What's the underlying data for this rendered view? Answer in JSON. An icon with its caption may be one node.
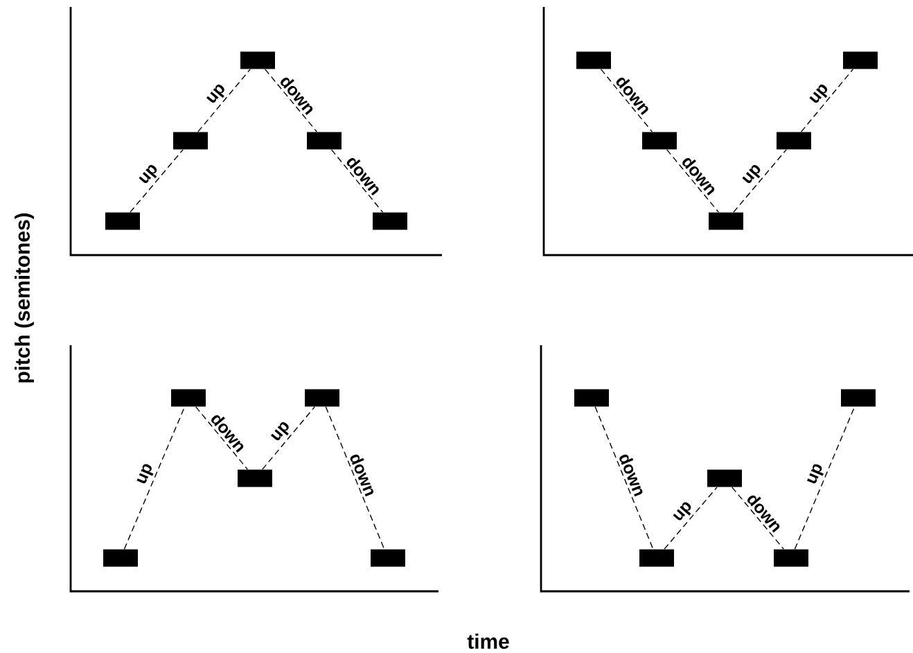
{
  "diagram": {
    "nodes": [
      {
        "text": [],
        "shape": "box"
      },
      {
        "text": [],
        "shape": "box"
      },
      {
        "text": [],
        "shape": "box"
      },
      {
        "text": [],
        "shape": "box"
      },
      {
        "text": [],
        "shape": "box"
      },
      {
        "text": [],
        "shape": "box"
      },
      {
        "text": [],
        "shape": "box"
      },
      {
        "text": [],
        "shape": "box"
      },
      {
        "text": [],
        "shape": "box"
      },
      {
        "text": [],
        "shape": "box"
      },
      {
        "text": [],
        "shape": "box"
      },
      {
        "text": [],
        "shape": "box"
      },
      {
        "text": [],
        "shape": "box"
      },
      {
        "text": [],
        "shape": "box"
      },
      {
        "text": [],
        "shape": "box"
      },
      {
        "text": [],
        "shape": "box"
      },
      {
        "text": [],
        "shape": "box"
      },
      {
        "text": [],
        "shape": "box"
      },
      {
        "text": [],
        "shape": "box"
      },
      {
        "text": [],
        "shape": "box"
      }
    ],
    "edges": [
      {
        "from": 0,
        "to": 1,
        "arrow": "none",
        "label": "up",
        "style": "dashed"
      },
      {
        "from": 1,
        "to": 2,
        "arrow": "none",
        "label": "up",
        "style": "dashed"
      },
      {
        "from": 2,
        "to": 3,
        "arrow": "none",
        "label": "down",
        "style": "dashed"
      },
      {
        "from": 3,
        "to": 4,
        "arrow": "none",
        "label": "down",
        "style": "dashed"
      },
      {
        "from": 5,
        "to": 6,
        "arrow": "none",
        "label": "down",
        "style": "dashed"
      },
      {
        "from": 6,
        "to": 7,
        "arrow": "none",
        "label": "down",
        "style": "dashed"
      },
      {
        "from": 7,
        "to": 8,
        "arrow": "none",
        "label": "up",
        "style": "dashed"
      },
      {
        "from": 8,
        "to": 9,
        "arrow": "none",
        "label": "up",
        "style": "dashed"
      },
      {
        "from": 10,
        "to": 11,
        "arrow": "none",
        "label": "up",
        "style": "dashed"
      },
      {
        "from": 11,
        "to": 12,
        "arrow": "none",
        "label": "down",
        "style": "dashed"
      },
      {
        "from": 12,
        "to": 13,
        "arrow": "none",
        "label": "up",
        "style": "dashed"
      },
      {
        "from": 13,
        "to": 14,
        "arrow": "none",
        "label": "down",
        "style": "dashed"
      },
      {
        "from": 15,
        "to": 16,
        "arrow": "none",
        "label": "down",
        "style": "dashed"
      },
      {
        "from": 16,
        "to": 17,
        "arrow": "none",
        "label": "up",
        "style": "dashed"
      },
      {
        "from": 17,
        "to": 18,
        "arrow": "none",
        "label": "down",
        "style": "dashed"
      },
      {
        "from": 18,
        "to": 19,
        "arrow": "none",
        "label": "up",
        "style": "dashed"
      }
    ],
    "labels": [
      "pitch (semitones)",
      "time"
    ]
  }
}
